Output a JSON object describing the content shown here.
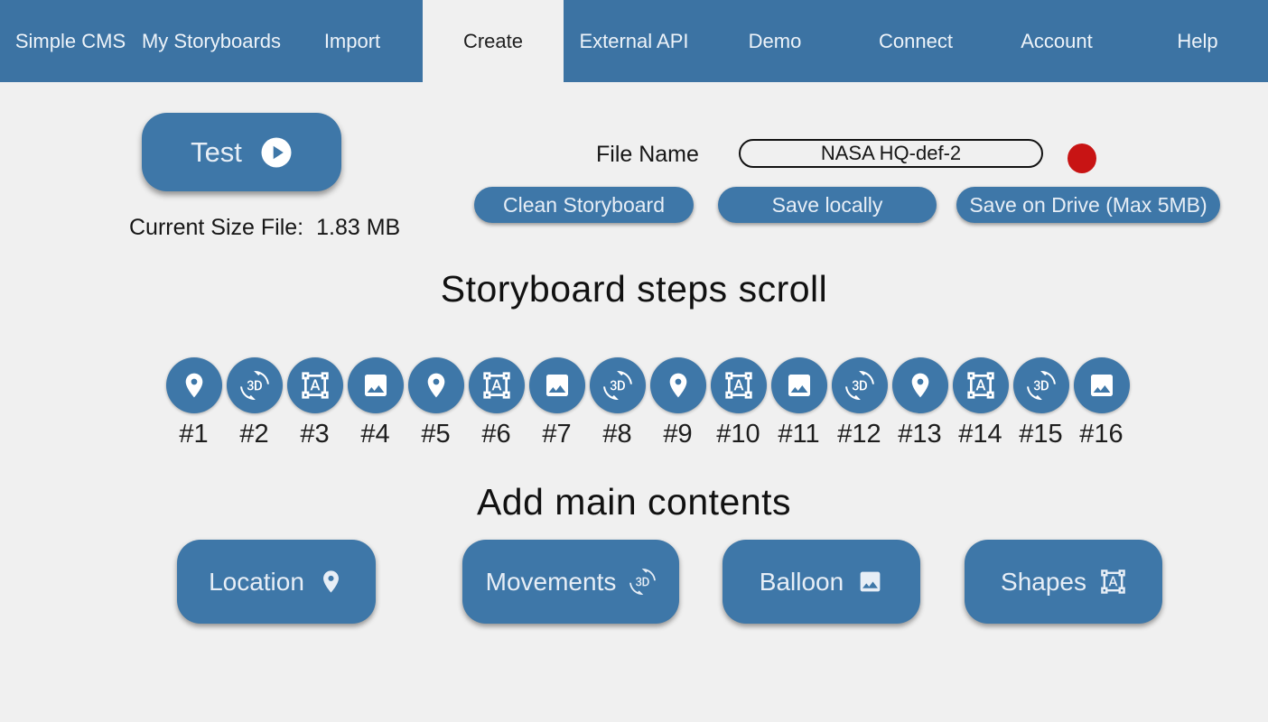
{
  "colors": {
    "accent": "#3e77a8",
    "nav_blue": "#3c73a3",
    "record_red": "#c81414",
    "page_bg": "#f0f0f0"
  },
  "nav": {
    "items": [
      {
        "label": "Simple CMS",
        "active": false
      },
      {
        "label": "My Storyboards",
        "active": false
      },
      {
        "label": "Import",
        "active": false
      },
      {
        "label": "Create",
        "active": true
      },
      {
        "label": "External API",
        "active": false
      },
      {
        "label": "Demo",
        "active": false
      },
      {
        "label": "Connect",
        "active": false
      },
      {
        "label": "Account",
        "active": false
      },
      {
        "label": "Help",
        "active": false
      }
    ]
  },
  "toolbar": {
    "test_label": "Test",
    "test_icon": "play-circle",
    "current_size_label": "Current Size File:",
    "current_size_value": "1.83 MB",
    "file_name_label": "File Name",
    "file_name_value": "NASA HQ-def-2",
    "clean_label": "Clean Storyboard",
    "save_local_label": "Save locally",
    "save_drive_label": "Save on Drive (Max 5MB)"
  },
  "steps": {
    "title": "Storyboard steps scroll",
    "items": [
      {
        "label": "#1",
        "icon": "location-pin"
      },
      {
        "label": "#2",
        "icon": "rotation-3d"
      },
      {
        "label": "#3",
        "icon": "format-shapes"
      },
      {
        "label": "#4",
        "icon": "image"
      },
      {
        "label": "#5",
        "icon": "location-pin"
      },
      {
        "label": "#6",
        "icon": "format-shapes"
      },
      {
        "label": "#7",
        "icon": "image"
      },
      {
        "label": "#8",
        "icon": "rotation-3d"
      },
      {
        "label": "#9",
        "icon": "location-pin"
      },
      {
        "label": "#10",
        "icon": "format-shapes"
      },
      {
        "label": "#11",
        "icon": "image"
      },
      {
        "label": "#12",
        "icon": "rotation-3d"
      },
      {
        "label": "#13",
        "icon": "location-pin"
      },
      {
        "label": "#14",
        "icon": "format-shapes"
      },
      {
        "label": "#15",
        "icon": "rotation-3d"
      },
      {
        "label": "#16",
        "icon": "image"
      }
    ]
  },
  "contents": {
    "title": "Add main contents",
    "buttons": [
      {
        "label": "Location",
        "icon": "location-pin"
      },
      {
        "label": "Movements",
        "icon": "rotation-3d"
      },
      {
        "label": "Balloon",
        "icon": "image"
      },
      {
        "label": "Shapes",
        "icon": "format-shapes"
      }
    ]
  }
}
